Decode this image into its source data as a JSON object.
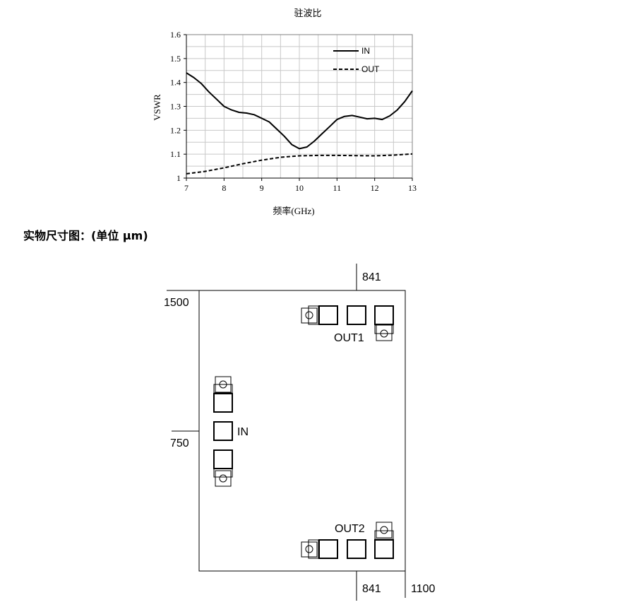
{
  "chart_data": {
    "type": "line",
    "title": "驻波比",
    "xlabel": "频率(GHz)",
    "ylabel": "VSWR",
    "xlim": [
      7,
      13
    ],
    "ylim": [
      1,
      1.6
    ],
    "x_ticks": [
      "7",
      "8",
      "9",
      "10",
      "11",
      "12",
      "13"
    ],
    "y_ticks": [
      "1",
      "1.1",
      "1.2",
      "1.3",
      "1.4",
      "1.5",
      "1.6"
    ],
    "grid": true,
    "legend_position": "top-right",
    "series": [
      {
        "name": "IN",
        "style": "solid",
        "color": "#000000",
        "x": [
          7.0,
          7.2,
          7.4,
          7.6,
          7.8,
          8.0,
          8.2,
          8.4,
          8.6,
          8.8,
          9.0,
          9.2,
          9.4,
          9.6,
          9.8,
          10.0,
          10.2,
          10.4,
          10.6,
          10.8,
          11.0,
          11.2,
          11.4,
          11.6,
          11.8,
          12.0,
          12.2,
          12.4,
          12.6,
          12.8,
          13.0
        ],
        "y": [
          1.44,
          1.42,
          1.395,
          1.36,
          1.33,
          1.3,
          1.285,
          1.275,
          1.272,
          1.265,
          1.25,
          1.235,
          1.205,
          1.175,
          1.14,
          1.123,
          1.13,
          1.155,
          1.185,
          1.215,
          1.245,
          1.258,
          1.262,
          1.255,
          1.248,
          1.25,
          1.245,
          1.26,
          1.285,
          1.32,
          1.365
        ]
      },
      {
        "name": "OUT",
        "style": "dashed",
        "color": "#000000",
        "x": [
          7.0,
          7.5,
          8.0,
          8.5,
          9.0,
          9.5,
          10.0,
          10.5,
          11.0,
          11.5,
          12.0,
          12.5,
          13.0
        ],
        "y": [
          1.018,
          1.028,
          1.043,
          1.06,
          1.075,
          1.087,
          1.093,
          1.095,
          1.095,
          1.094,
          1.093,
          1.096,
          1.101
        ]
      }
    ]
  },
  "section": {
    "heading": "实物尺寸图：(单位 μm)"
  },
  "drawing": {
    "labels": {
      "top_dim": "841",
      "bottom_dim": "841",
      "height_dim": "1500",
      "mid_dim": "750",
      "width_dim": "1100",
      "port_in": "IN",
      "port_out1": "OUT1",
      "port_out2": "OUT2"
    }
  }
}
